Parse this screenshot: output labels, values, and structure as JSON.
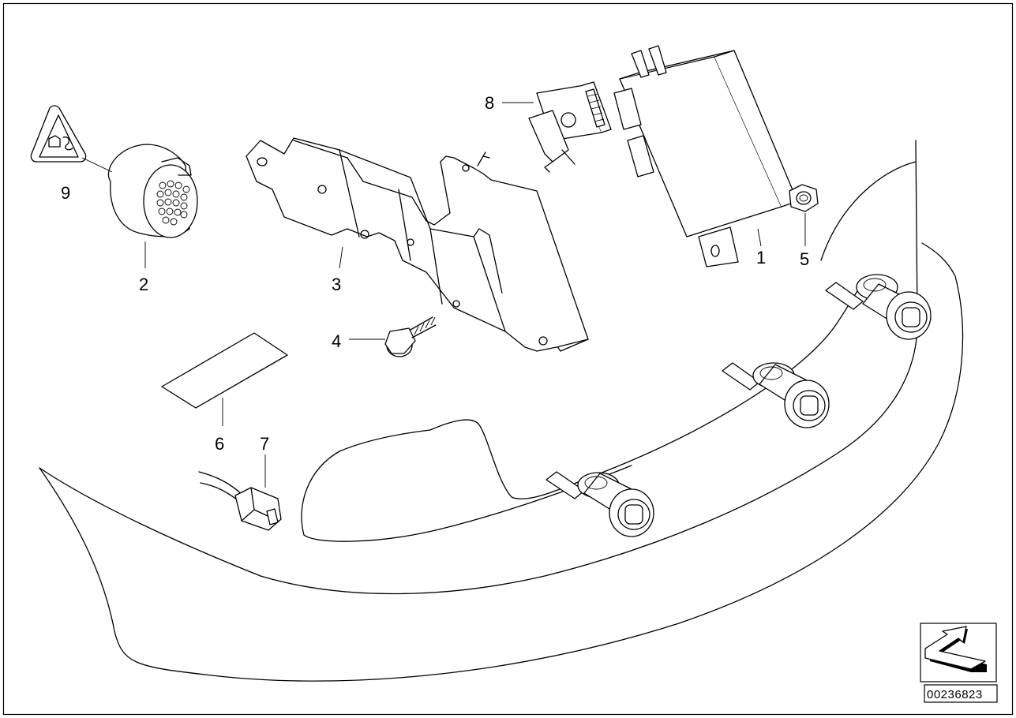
{
  "diagram": {
    "drawing_number": "00236823",
    "callouts": [
      {
        "id": "1",
        "text": "1"
      },
      {
        "id": "2",
        "text": "2"
      },
      {
        "id": "3",
        "text": "3"
      },
      {
        "id": "4",
        "text": "4"
      },
      {
        "id": "5",
        "text": "5"
      },
      {
        "id": "6",
        "text": "6"
      },
      {
        "id": "7",
        "text": "7"
      },
      {
        "id": "8",
        "text": "8"
      },
      {
        "id": "9",
        "text": "9"
      }
    ],
    "icons": {
      "warning_label": "warning-triangle-icon",
      "orientation": "direction-arrow-icon"
    }
  }
}
